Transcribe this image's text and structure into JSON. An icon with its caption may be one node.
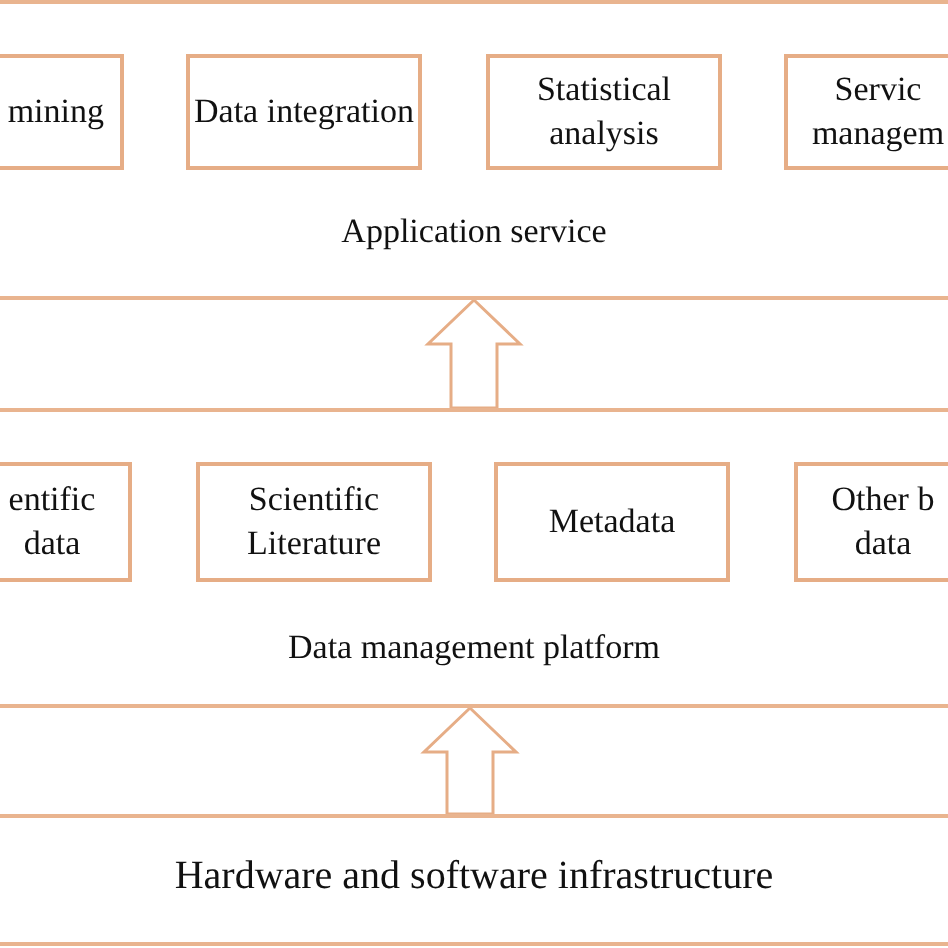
{
  "diagram": {
    "nodes": [
      {
        "text": [
          "Application service"
        ]
      },
      {
        "text": [
          "mining"
        ],
        "in": 0
      },
      {
        "text": [
          "Data integration"
        ],
        "in": 0
      },
      {
        "text": [
          "Statistical analysis"
        ],
        "in": 0
      },
      {
        "text": [
          "Servic managem"
        ],
        "in": 0
      },
      {
        "text": [
          "Data management platform"
        ]
      },
      {
        "text": [
          "entific data"
        ],
        "in": 5
      },
      {
        "text": [
          "Scientific Literature"
        ],
        "in": 5
      },
      {
        "text": [
          "Metadata"
        ],
        "in": 5
      },
      {
        "text": [
          "Other b data"
        ],
        "in": 5
      },
      {
        "text": [
          "Hardware and software infrastructure"
        ]
      }
    ],
    "edges": [
      {
        "from": 10,
        "to": 5,
        "arrow": "to"
      },
      {
        "from": 5,
        "to": 0,
        "arrow": "to"
      }
    ]
  }
}
